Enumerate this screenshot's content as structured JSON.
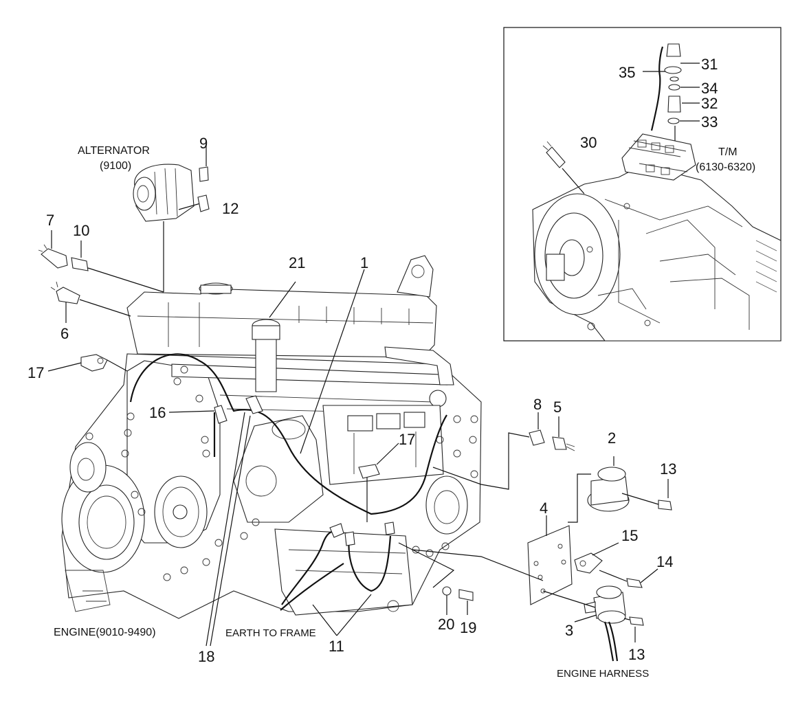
{
  "captions": {
    "alternator": "ALTERNATOR",
    "alternator_code": "(9100)",
    "engine": "ENGINE(9010-9490)",
    "earth_to_frame": "EARTH TO FRAME",
    "engine_harness": "ENGINE HARNESS",
    "tm": "T/M",
    "tm_code": "(6130-6320)"
  },
  "callouts": {
    "c1": "1",
    "c2": "2",
    "c3": "3",
    "c4": "4",
    "c5": "5",
    "c6": "6",
    "c7": "7",
    "c8": "8",
    "c9": "9",
    "c10": "10",
    "c11": "11",
    "c12": "12",
    "c13a": "13",
    "c13b": "13",
    "c14": "14",
    "c15": "15",
    "c16": "16",
    "c17a": "17",
    "c17b": "17",
    "c18": "18",
    "c19": "19",
    "c20": "20",
    "c21": "21",
    "c30": "30",
    "c31": "31",
    "c32": "32",
    "c33": "33",
    "c34": "34",
    "c35": "35"
  }
}
